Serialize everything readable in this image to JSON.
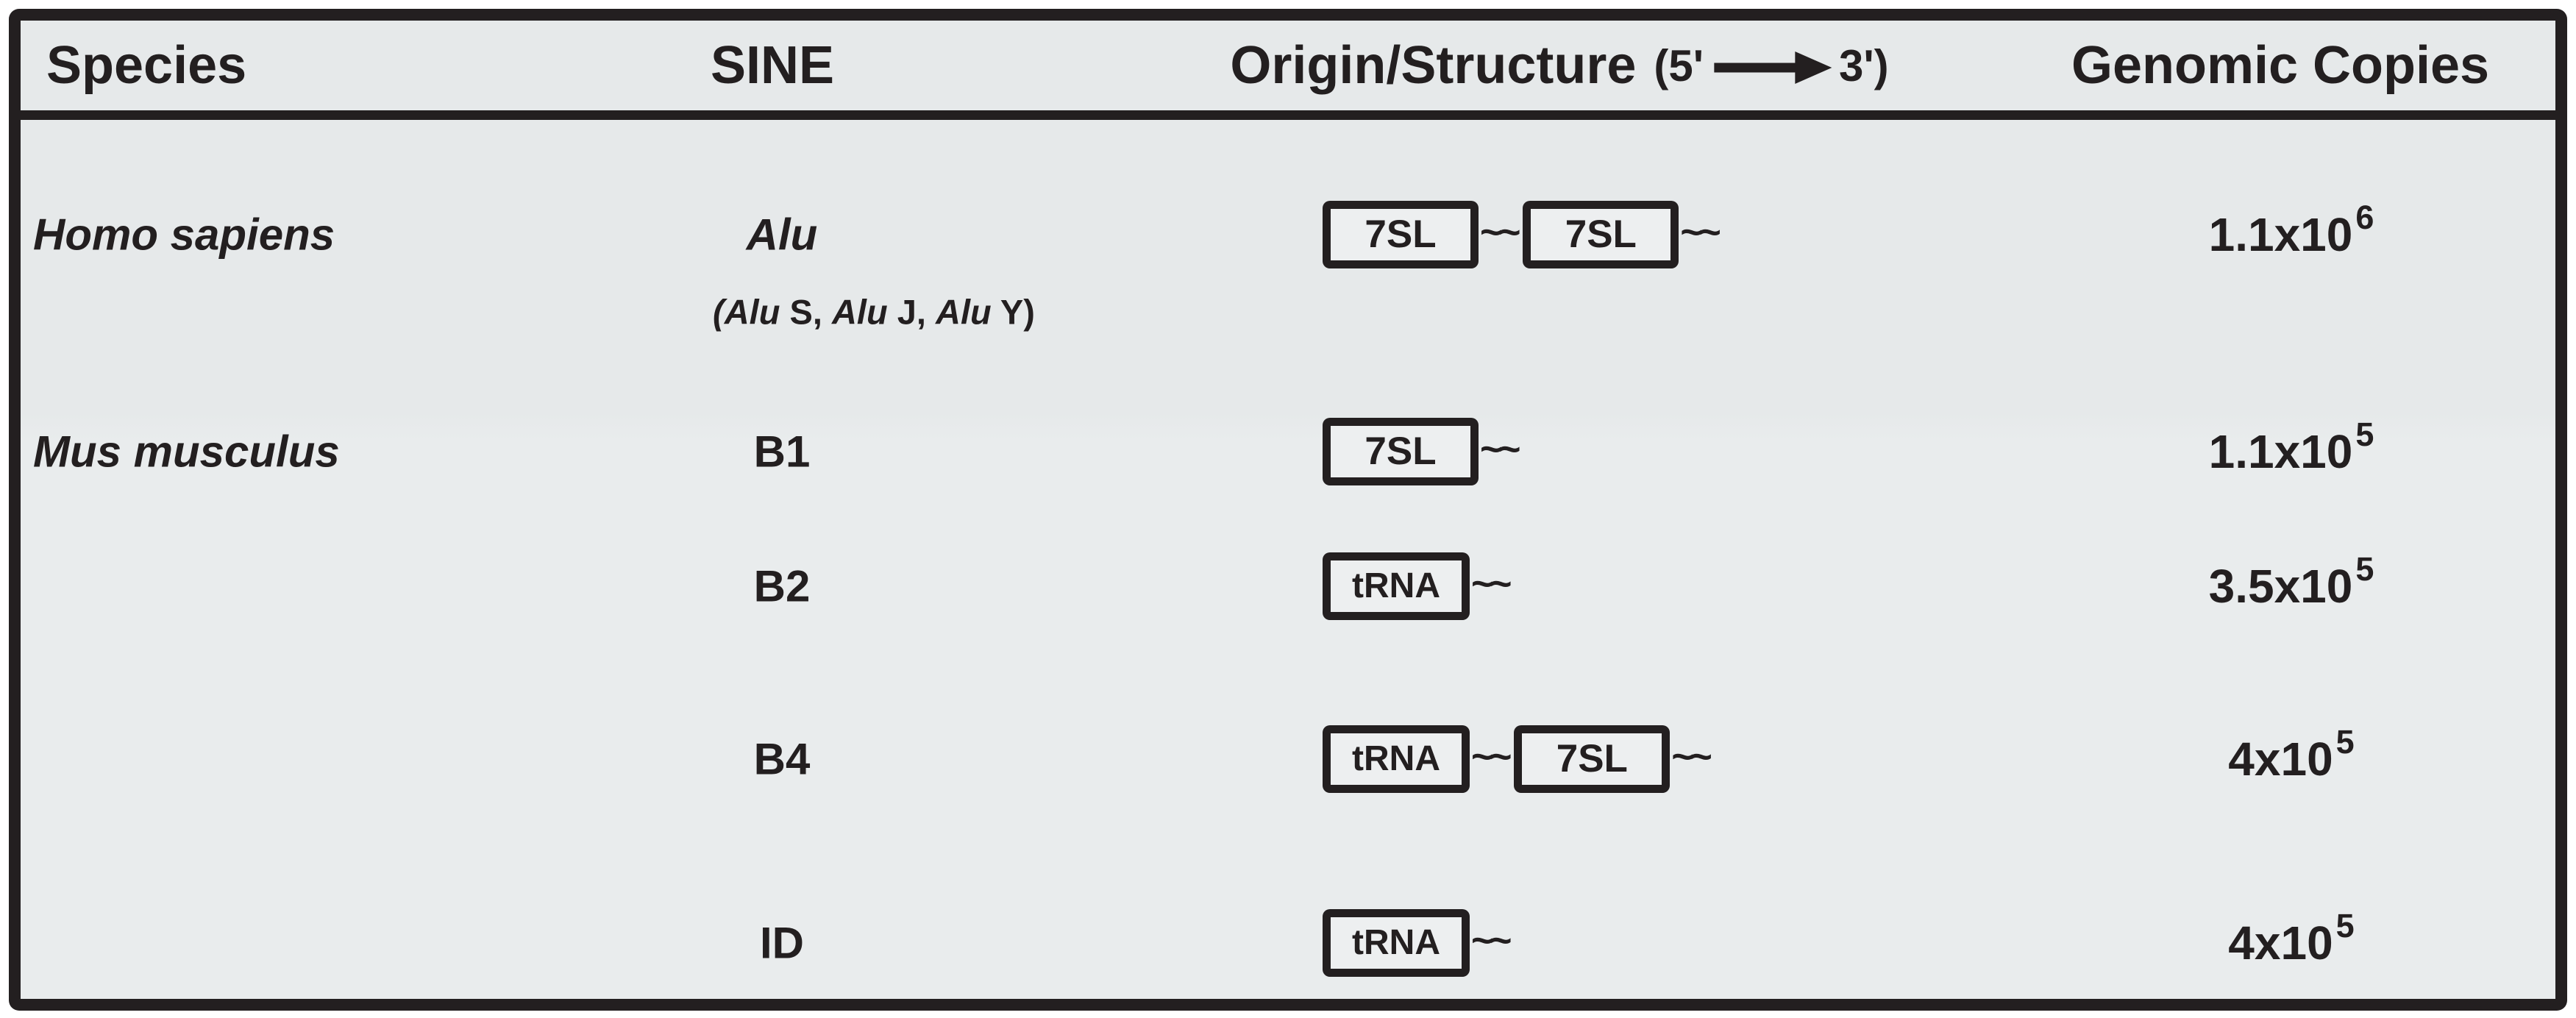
{
  "figure": {
    "background_color": "#e8ebec",
    "border_color": "#231f20",
    "text_color": "#231f20",
    "box_fill_color": "#edeff0"
  },
  "header": {
    "species": "Species",
    "sine": "SINE",
    "origin": "Origin/Structure",
    "direction_prefix": "(5'",
    "direction_suffix": "3')",
    "arrow_icon": "right-arrow",
    "genomic_copies": "Genomic Copies"
  },
  "squiggle": "~~",
  "rows": [
    {
      "species": "Homo sapiens",
      "sine": "Alu",
      "note_parts": [
        "(Alu",
        " S, ",
        "Alu",
        " J, ",
        "Alu",
        " Y)"
      ],
      "structure": [
        "7SL",
        "7SL"
      ],
      "copies_mantissa": "1.1x10",
      "copies_exponent": "6"
    },
    {
      "species": "Mus musculus",
      "sine": "B1",
      "structure": [
        "7SL"
      ],
      "copies_mantissa": "1.1x10",
      "copies_exponent": "5"
    },
    {
      "sine": "B2",
      "structure": [
        "tRNA"
      ],
      "copies_mantissa": "3.5x10",
      "copies_exponent": "5"
    },
    {
      "sine": "B4",
      "structure": [
        "tRNA",
        "7SL"
      ],
      "copies_mantissa": "4x10",
      "copies_exponent": "5"
    },
    {
      "sine": "ID",
      "structure": [
        "tRNA"
      ],
      "copies_mantissa": "4x10",
      "copies_exponent": "5"
    }
  ],
  "chart_data": {
    "type": "table",
    "columns": [
      "Species",
      "SINE",
      "Origin/Structure (5'->3')",
      "Genomic Copies"
    ],
    "rows": [
      [
        "Homo sapiens",
        "Alu (Alu S, Alu J, Alu Y)",
        "[7SL]~~[7SL]~~",
        "1.1x10^6"
      ],
      [
        "Mus musculus",
        "B1",
        "[7SL]~~",
        "1.1x10^5"
      ],
      [
        "",
        "B2",
        "[tRNA]~~",
        "3.5x10^5"
      ],
      [
        "",
        "B4",
        "[tRNA]~~[7SL]~~",
        "4x10^5"
      ],
      [
        "",
        "ID",
        "[tRNA]~~",
        "4x10^5"
      ]
    ]
  }
}
